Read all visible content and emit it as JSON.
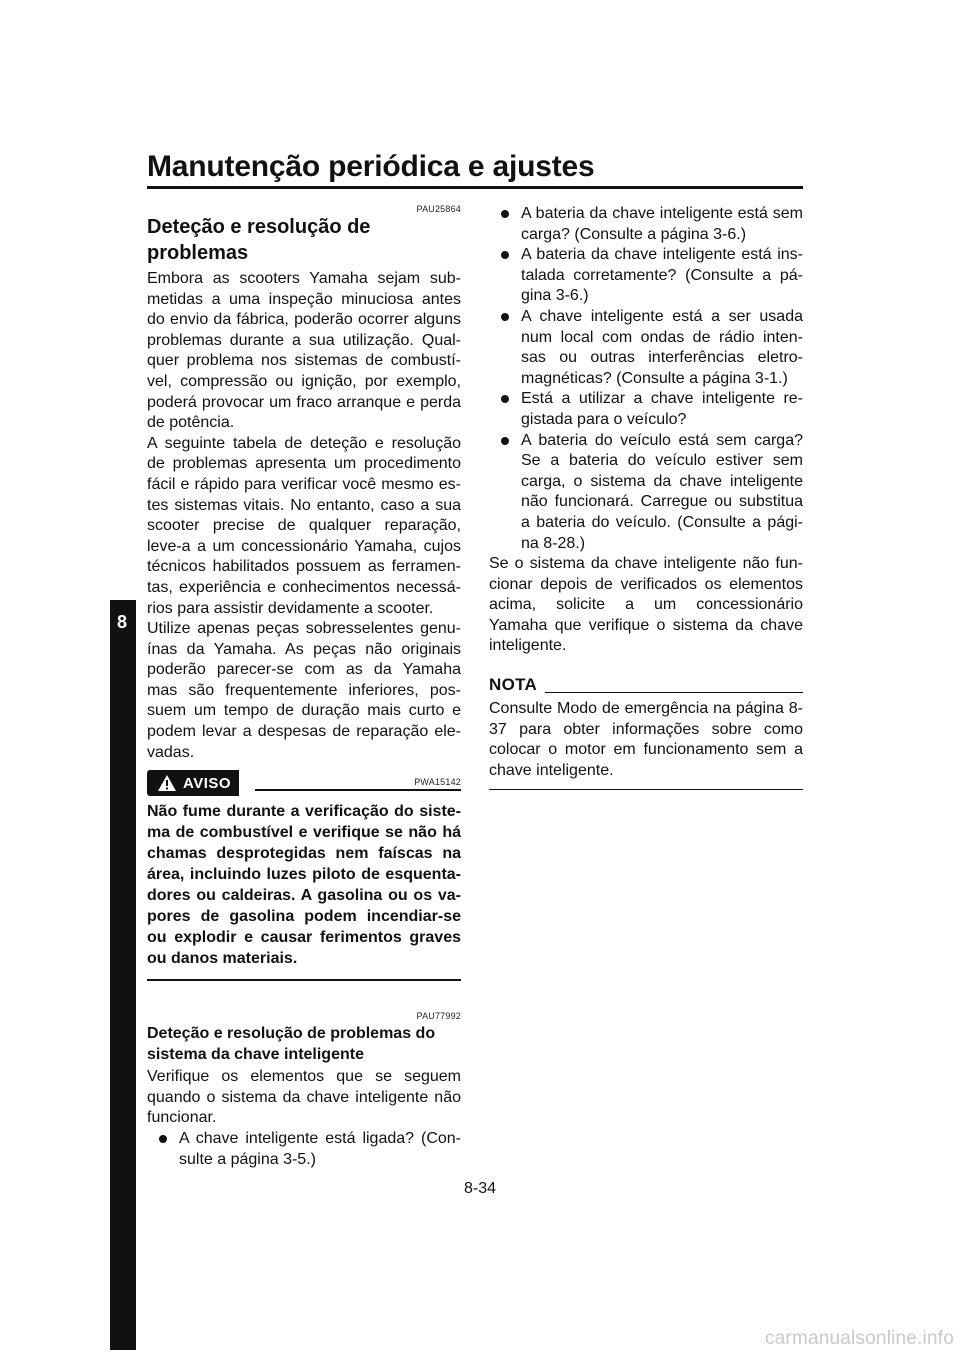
{
  "header": {
    "title": "Manutenção periódica e ajustes"
  },
  "chapter_tab": "8",
  "left_column": {
    "section_code": "PAU25864",
    "section_title": "Deteção e resolução de problemas",
    "intro_paragraphs": [
      "Embora as scooters Yamaha sejam sub-metidas a uma inspeção minuciosa antes do envio da fábrica, poderão ocorrer alguns problemas durante a sua utilização. Qual-quer problema nos sistemas de combustí-vel, compressão ou ignição, por exemplo, poderá provocar um fraco arranque e perda de potência.",
      "A seguinte tabela de deteção e resolução de problemas apresenta um procedimento fácil e rápido para verificar você mesmo es-tes sistemas vitais. No entanto, caso a sua scooter precise de qualquer reparação, leve-a a um concessionário Yamaha, cujos técnicos habilitados possuem as ferramen-tas, experiência e conhecimentos necessá-rios para assistir devidamente a scooter.",
      "Utilize apenas peças sobresselentes genu-ínas da Yamaha. As peças não originais poderão parecer-se com as da Yamaha mas são frequentemente inferiores, pos-suem um tempo de duração mais curto e podem levar a despesas de reparação ele-vadas."
    ],
    "warning": {
      "code": "PWA15142",
      "label": "AVISO",
      "text": "Não fume durante a verificação do siste-ma de combustível e verifique se não há chamas desprotegidas nem faíscas na área, incluindo luzes piloto de esquenta-dores ou caldeiras. A gasolina ou os va-pores de gasolina podem incendiar-se ou explodir e causar ferimentos graves ou danos materiais."
    },
    "subsection_code": "PAU77992",
    "subsection_title": "Deteção e resolução de problemas do sistema da chave inteligente",
    "subsection_intro": "Verifique os elementos que se seguem quando o sistema da chave inteligente não funcionar.",
    "bullets": [
      "A chave inteligente está ligada? (Con-sulte a página 3-5.)"
    ]
  },
  "right_column": {
    "bullets": [
      "A bateria da chave inteligente está sem carga? (Consulte a página 3-6.)",
      "A bateria da chave inteligente está ins-talada corretamente? (Consulte a pá-gina 3-6.)",
      "A chave inteligente está a ser usada num local com ondas de rádio inten-sas ou outras interferências eletro-magnéticas? (Consulte a página 3-1.)",
      "Está a utilizar a chave inteligente re-gistada para o veículo?",
      "A bateria do veículo está sem carga? Se a bateria do veículo estiver sem carga, o sistema da chave inteligente não funcionará. Carregue ou substitua a bateria do veículo. (Consulte a pági-na 8-28.)"
    ],
    "closing": "Se o sistema da chave inteligente não fun-cionar depois de verificados os elementos acima, solicite a um concessionário Yamaha que verifique o sistema da chave inteligente.",
    "nota": {
      "label": "NOTA",
      "text": "Consulte Modo de emergência na página 8-37 para obter informações sobre como colocar o motor em funcionamento sem a chave inteligente."
    }
  },
  "footer": {
    "page_number": "8-34",
    "watermark": "carmanualsonline.info"
  }
}
